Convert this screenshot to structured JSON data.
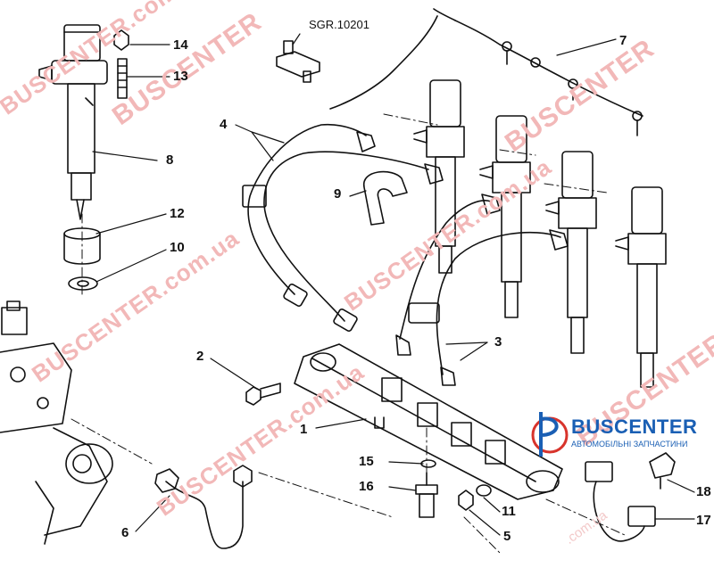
{
  "diagram": {
    "reference_code": "SGR.10201",
    "callouts": [
      "1",
      "2",
      "3",
      "4",
      "5",
      "6",
      "7",
      "8",
      "9",
      "10",
      "11",
      "12",
      "13",
      "14",
      "15",
      "16",
      "17",
      "18"
    ]
  },
  "watermark": {
    "text": "BUSCENTER",
    "site": "BUSCENTER.com.ua",
    "site_short": ".com.ua"
  },
  "brand": {
    "name": "BUSCENTER",
    "tagline": "АВТОМОБІЛЬНІ ЗАПЧАСТИНИ",
    "colors": {
      "blue": "#1a5fb4",
      "red": "#d8342c"
    }
  }
}
